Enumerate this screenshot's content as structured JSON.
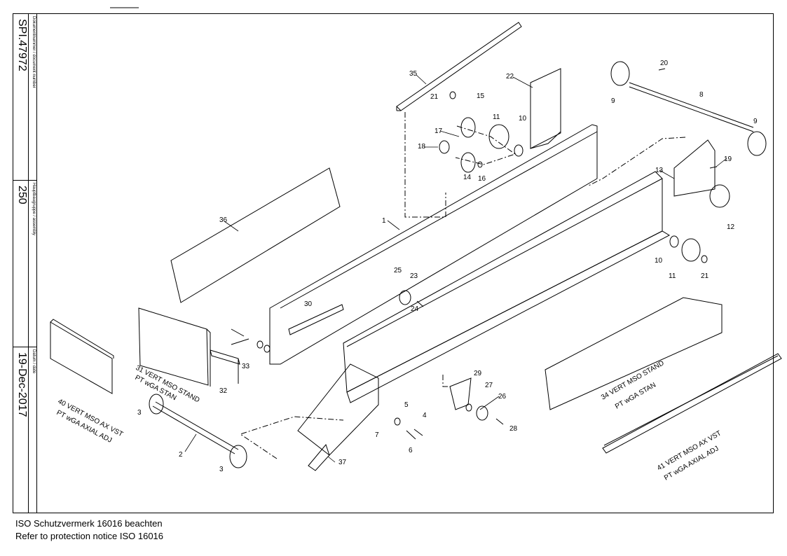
{
  "title_block": {
    "doc_label": "Dokumentnummer / document number",
    "doc_number": "SPI.47972",
    "assembly_label": "Hauptbaugruppe / assembly",
    "assembly_value": "250",
    "date_label": "Datum / date",
    "date_value": "19-Dec-2017"
  },
  "footer": {
    "line1": "ISO Schutzvermerk 16016 beachten",
    "line2": "Refer to protection notice ISO 16016"
  },
  "part_labels": [
    "1",
    "2",
    "3",
    "3",
    "4",
    "5",
    "6",
    "7",
    "8",
    "9",
    "9",
    "10",
    "10",
    "11",
    "11",
    "12",
    "13",
    "14",
    "15",
    "16",
    "17",
    "18",
    "19",
    "20",
    "21",
    "21",
    "22",
    "23",
    "24",
    "25",
    "26",
    "27",
    "28",
    "29",
    "30",
    "32",
    "33",
    "35",
    "36",
    "37"
  ],
  "captions": {
    "c31_l1": "31 VERT MSO STAND",
    "c31_l2": "PT wGA STAN",
    "c40_l1": "40 VERT MSO AX VST",
    "c40_l2": "PT wGA AXIAL ADJ",
    "c34_l1": "34 VERT MSO STAND",
    "c34_l2": "PT wGA STAN",
    "c41_l1": "41 VERT MSO AX VST",
    "c41_l2": "PT wGA AXIAL ADJ"
  }
}
